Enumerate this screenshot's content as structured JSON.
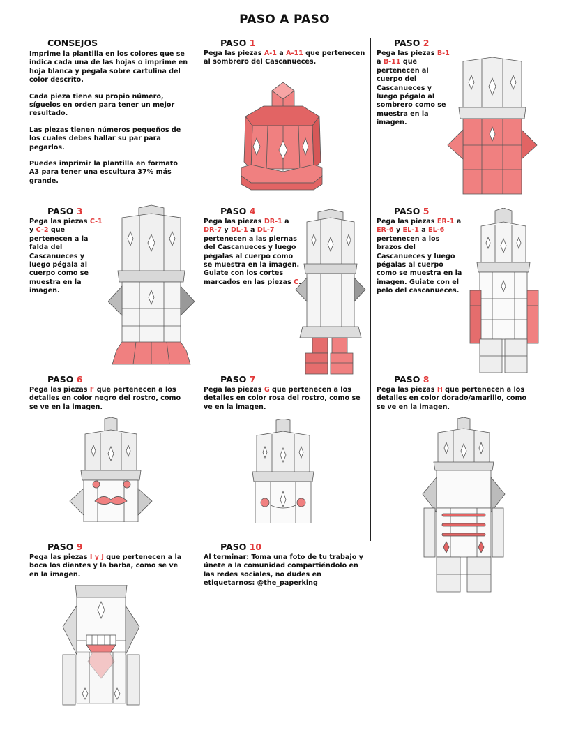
{
  "title": "PASO A PASO",
  "colors": {
    "accent": "#e23a3a",
    "piece_pink": "#ef7b7b",
    "piece_grey": "#e8e8e8"
  },
  "consejos": {
    "heading": "CONSEJOS",
    "p1": "Imprime la plantilla en los colores que se indica cada una de las hojas o imprime en hoja blanca y pégala sobre cartulina del color descrito.",
    "p2": "Cada pieza tiene su propio número, síguelos en orden para tener un mejor resultado.",
    "p3": "Las piezas tienen números pequeños de los cuales debes hallar su par para pegarlos.",
    "p4": "Puedes imprimir la plantilla en formato A3 para tener una escultura 37% más grande."
  },
  "steps": {
    "s1": {
      "word": "PASO",
      "num": "1",
      "parts": [
        "Pega las piezas ",
        "A-1",
        " a ",
        "A-11",
        " que pertenecen al sombrero del Cascanueces."
      ]
    },
    "s2": {
      "word": "PASO",
      "num": "2",
      "parts": [
        "Pega las piezas ",
        "B-1",
        " a ",
        "B-11",
        " que pertenecen al cuerpo del Cascanueces y luego pégalo al sombrero como se muestra en la imagen."
      ]
    },
    "s3": {
      "word": "PASO",
      "num": "3",
      "parts": [
        "Pega las piezas ",
        "C-1",
        " y ",
        "C-2",
        " que pertenecen a la falda del Cascanueces y luego pégala al cuerpo como se muestra en la imagen."
      ]
    },
    "s4": {
      "word": "PASO",
      "num": "4",
      "parts": [
        "Pega las piezas ",
        "DR-1",
        " a ",
        "DR-7",
        " y ",
        "DL-1",
        " a ",
        "DL-7",
        " pertenecen a las piernas del Cascanueces y luego pégalas al cuerpo como se muestra en la imagen. Guiate con los cortes marcados en las piezas ",
        "C",
        "."
      ]
    },
    "s5": {
      "word": "PASO",
      "num": "5",
      "parts": [
        "Pega las piezas ",
        "ER-1",
        " a ",
        "ER-6",
        " y ",
        "EL-1",
        " a ",
        "EL-6",
        " pertenecen a los brazos del Cascanueces y luego pégalas al cuerpo como se muestra en la imagen. Guiate con el pelo del cascanueces."
      ]
    },
    "s6": {
      "word": "PASO",
      "num": "6",
      "parts": [
        "Pega las piezas ",
        "F",
        " que pertenecen a los detalles en color negro del rostro, como se ve en la imagen."
      ]
    },
    "s7": {
      "word": "PASO",
      "num": "7",
      "parts": [
        "Pega las piezas ",
        "G",
        " que pertenecen a los detalles en color rosa del rostro, como se ve en la imagen."
      ]
    },
    "s8": {
      "word": "PASO",
      "num": "8",
      "parts": [
        "Pega las piezas ",
        "H",
        " que pertenecen a los detalles en color dorado/amarillo, como se ve en la imagen."
      ]
    },
    "s9": {
      "word": "PASO",
      "num": "9",
      "parts": [
        "Pega las piezas ",
        "I y J",
        " que pertenecen a la boca los dientes y la barba, como se ve en la imagen."
      ]
    },
    "s10": {
      "word": "PASO",
      "num": "10",
      "parts": [
        "Al terminar: Toma una foto de tu trabajo y únete a la comunidad compartiéndolo en las redes sociales, no dudes en etiquetarnos: @the_paperking"
      ]
    }
  }
}
